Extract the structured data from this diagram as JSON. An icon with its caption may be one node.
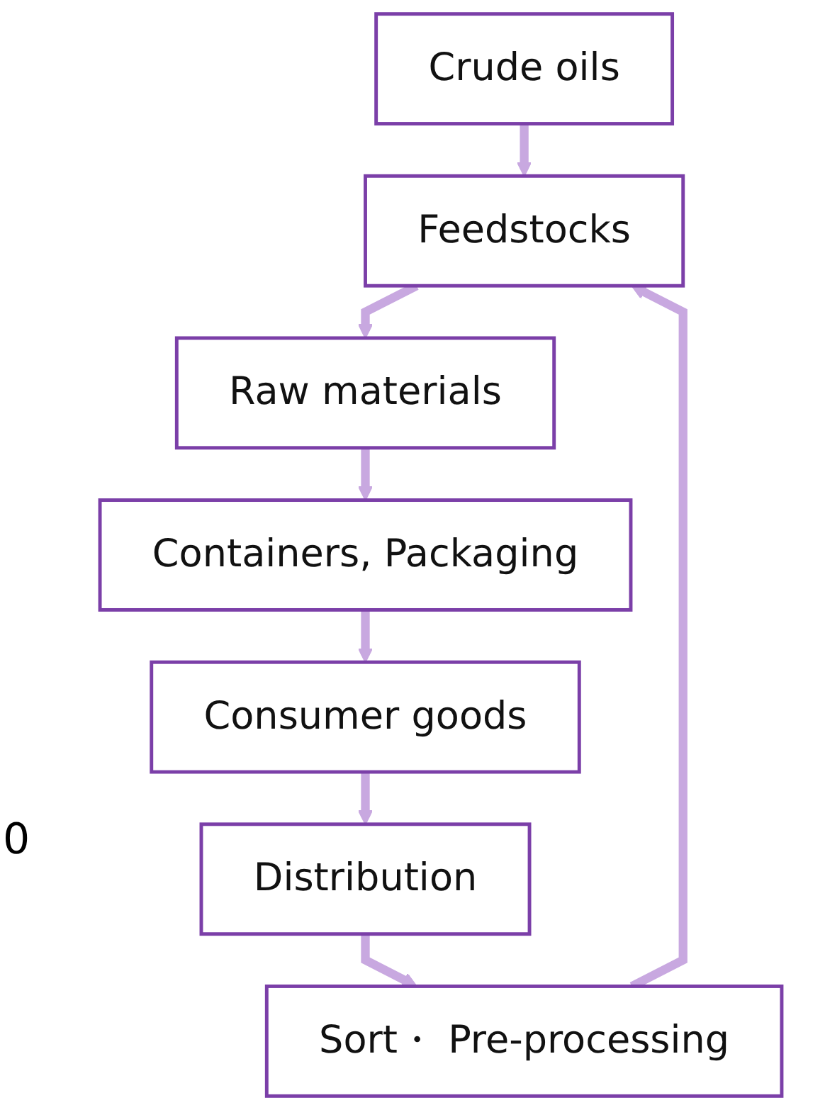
{
  "diagram": {
    "nodes": [
      {
        "text": [
          "Crude oils"
        ]
      },
      {
        "text": [
          "Feedstocks"
        ]
      },
      {
        "text": [
          "Raw materials"
        ]
      },
      {
        "text": [
          "Containers, Packaging"
        ]
      },
      {
        "text": [
          "Consumer goods"
        ]
      },
      {
        "text": [
          "Distribution"
        ]
      },
      {
        "text": [
          "Sort・ Pre-processing"
        ]
      }
    ],
    "edges": [
      {
        "from": 0,
        "to": 1,
        "arrow": "to"
      },
      {
        "from": 1,
        "to": 2,
        "arrow": "to"
      },
      {
        "from": 2,
        "to": 3,
        "arrow": "to"
      },
      {
        "from": 3,
        "to": 4,
        "arrow": "to"
      },
      {
        "from": 4,
        "to": 5,
        "arrow": "to"
      },
      {
        "from": 5,
        "to": 6,
        "arrow": "to"
      },
      {
        "from": 6,
        "to": 1,
        "arrow": "to"
      }
    ],
    "labels": [
      "0"
    ]
  }
}
